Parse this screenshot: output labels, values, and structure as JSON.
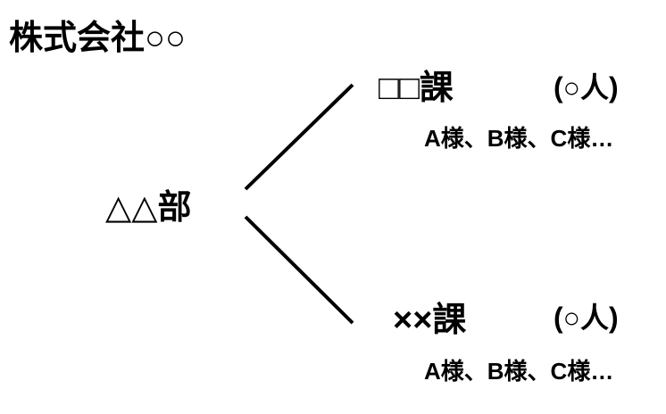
{
  "title": "株式会社○○",
  "department": "△△部",
  "sections": [
    {
      "name": "□□課",
      "count": "(○人)",
      "members": "A様、B様、C様…"
    },
    {
      "name": "××課",
      "count": "(○人)",
      "members": "A様、B様、C様…"
    }
  ]
}
